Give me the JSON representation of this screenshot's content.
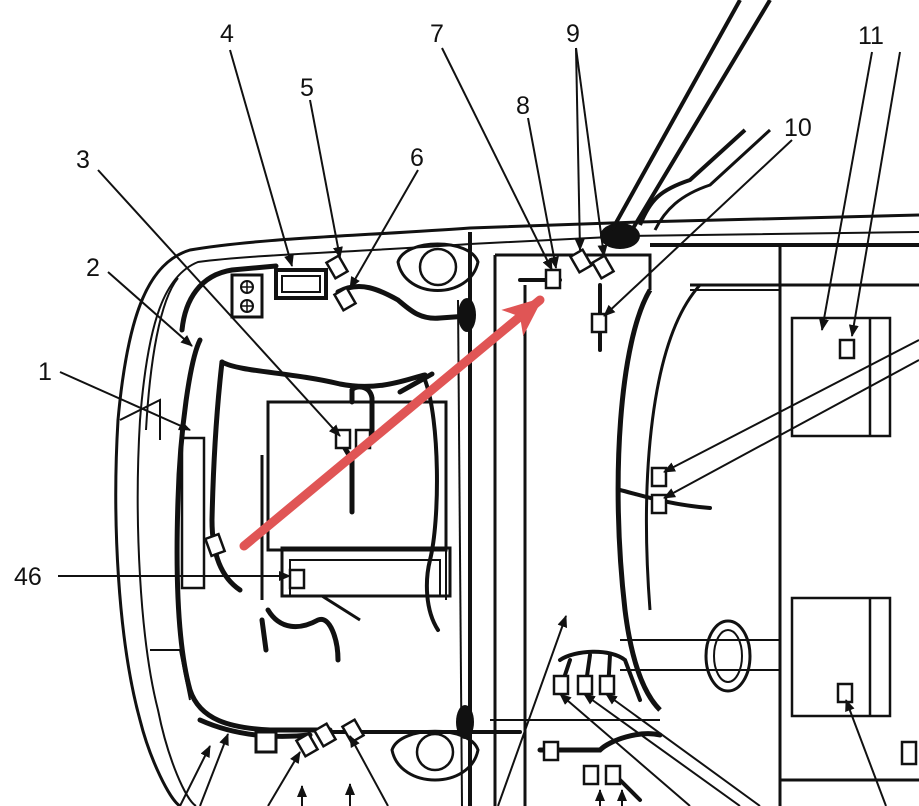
{
  "diagram": {
    "callouts": {
      "c1": "1",
      "c2": "2",
      "c3": "3",
      "c4": "4",
      "c5": "5",
      "c6": "6",
      "c7": "7",
      "c8": "8",
      "c9": "9",
      "c10": "10",
      "c11": "11",
      "c46": "46"
    },
    "colors": {
      "line": "#111111",
      "highlight_arrow": "#e05555"
    }
  }
}
